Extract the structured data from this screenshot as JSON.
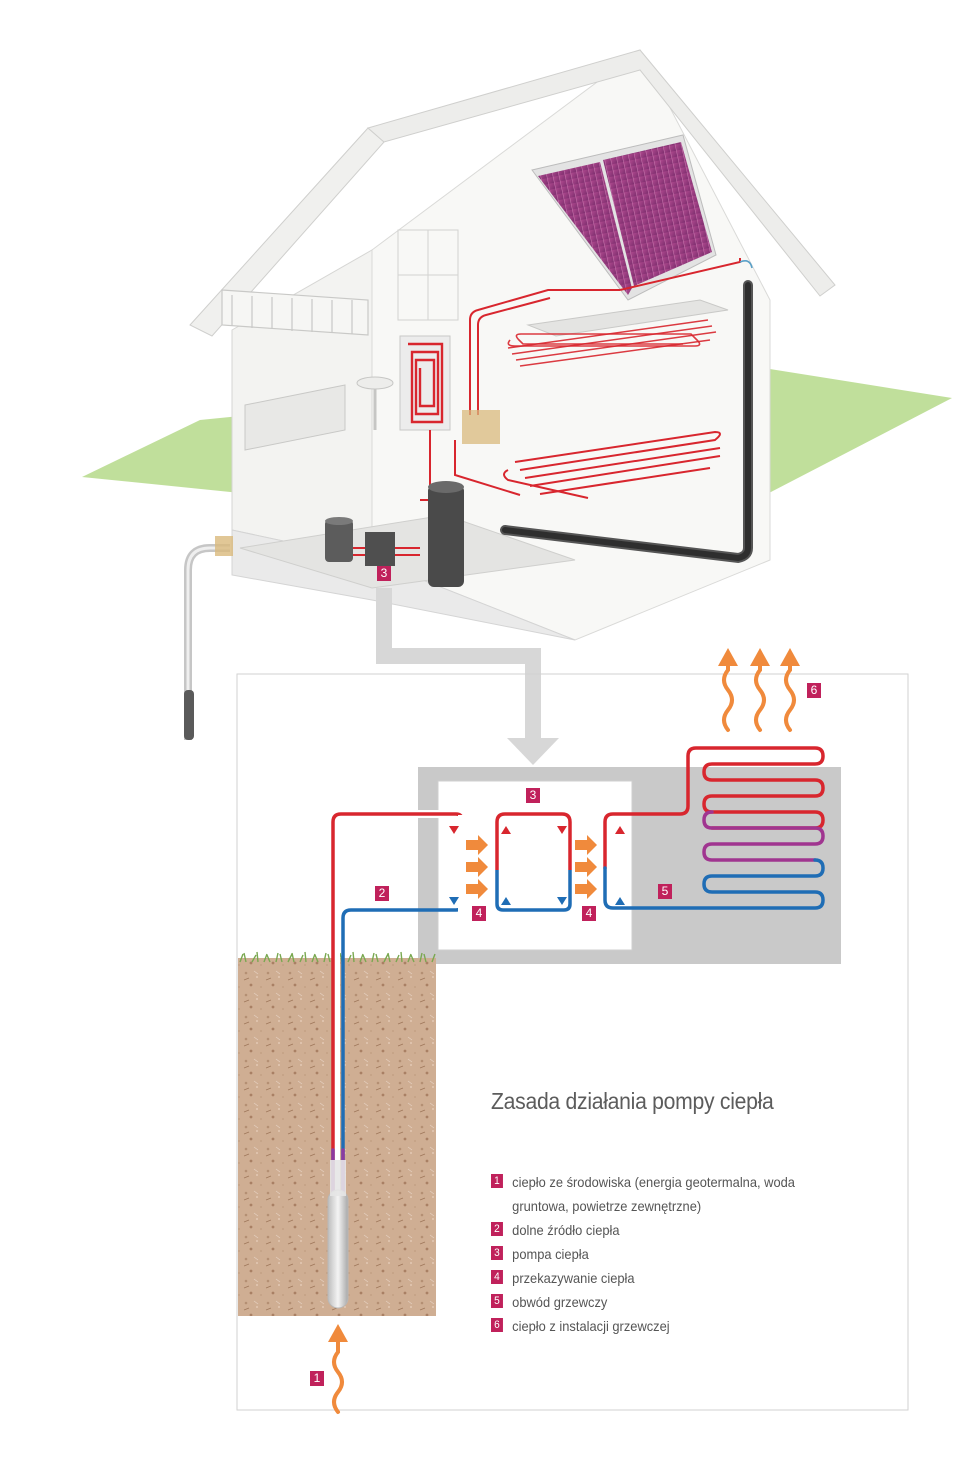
{
  "diagram": {
    "title": "Zasada działania pompy ciepła",
    "callouts": {
      "pump_house": "3",
      "pump_box": "3",
      "lower_source": "2",
      "transfer_left": "4",
      "transfer_right": "4",
      "heating_circuit": "5",
      "heat_out": "6",
      "environment": "1"
    },
    "legend": [
      {
        "num": "1",
        "text": "ciepło ze środowiska (energia geotermalna, woda",
        "cont": "gruntowa, powietrze zewnętrzne)"
      },
      {
        "num": "2",
        "text": "dolne źródło ciepła"
      },
      {
        "num": "3",
        "text": "pompa ciepła"
      },
      {
        "num": "4",
        "text": "przekazywanie ciepła"
      },
      {
        "num": "5",
        "text": "obwód grzewczy"
      },
      {
        "num": "6",
        "text": "ciepło z instalacji grzewczej"
      }
    ],
    "colors": {
      "accent": "#c0215b",
      "hot": "#d8262e",
      "cold": "#1f6db5",
      "arrow": "#f08a3c",
      "lawn": "#b5d98a",
      "soil": "#cfae93",
      "panel": "#c8c8c8",
      "solar": "#9b3e80"
    }
  }
}
